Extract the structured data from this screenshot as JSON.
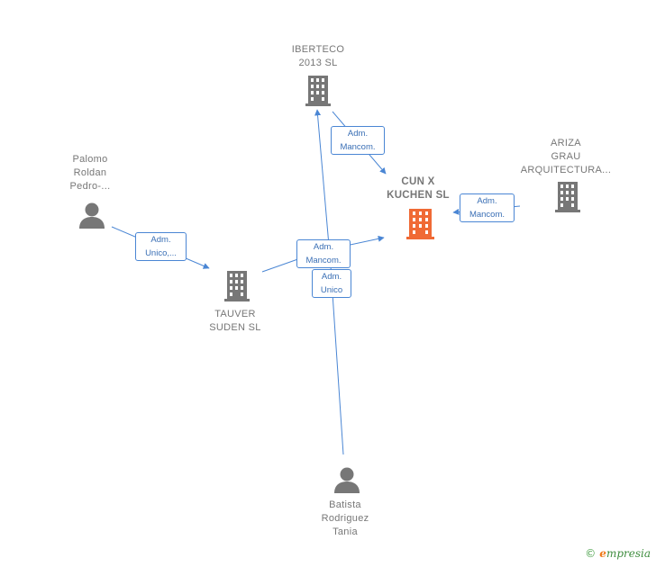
{
  "colors": {
    "edge": "#4a86d4",
    "building": "#777777",
    "main_building": "#f06a35",
    "person": "#777777",
    "text": "#777777"
  },
  "nodes": {
    "iberteco": {
      "lines": [
        "IBERTECO",
        "2013 SL"
      ],
      "icon": "building-icon"
    },
    "ariza": {
      "lines": [
        "ARIZA",
        "GRAU",
        "ARQUITECTURA..."
      ],
      "icon": "building-icon"
    },
    "cunx": {
      "lines": [
        "CUN X",
        "KUCHEN  SL"
      ],
      "icon": "building-icon"
    },
    "palomo": {
      "lines": [
        "Palomo",
        "Roldan",
        "Pedro-..."
      ],
      "icon": "person-icon"
    },
    "tauver": {
      "lines": [
        "TAUVER",
        "SUDEN  SL"
      ],
      "icon": "building-icon"
    },
    "batista": {
      "lines": [
        "Batista",
        "Rodriguez",
        "Tania"
      ],
      "icon": "person-icon"
    }
  },
  "relations": {
    "iberteco_cunx": [
      "Adm.",
      "Mancom."
    ],
    "ariza_cunx": [
      "Adm.",
      "Mancom."
    ],
    "palomo_tauver": [
      "Adm.",
      "Unico,..."
    ],
    "tauver_cunx": [
      "Adm.",
      "Mancom."
    ],
    "batista_iberteco": [
      "Adm.",
      "Unico"
    ]
  },
  "brand": {
    "copyright": "©",
    "name_first": "e",
    "name_rest": "mpresia"
  }
}
